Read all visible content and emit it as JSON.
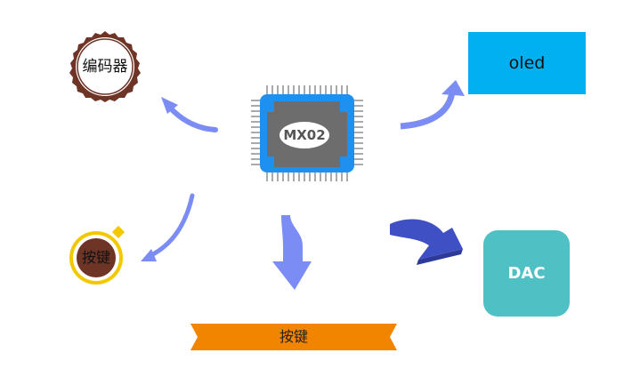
{
  "chip": {
    "label": "MX02"
  },
  "encoder": {
    "label": "编码器"
  },
  "button_left": {
    "label": "按键"
  },
  "button_banner": {
    "label": "按键"
  },
  "oled": {
    "label": "oled"
  },
  "dac": {
    "label": "DAC"
  },
  "colors": {
    "arrow_light": "#7b8cf4",
    "arrow_dark": "#3f4fc4",
    "chip_frame": "#1e90f0",
    "chip_core": "#6d6d6d",
    "oled_bg": "#00b0f0",
    "dac_bg": "#4fc1c4",
    "banner": "#f28500",
    "encoder_ring": "#6e3426",
    "button_body": "#6e3426",
    "button_ring": "#f2c800"
  }
}
